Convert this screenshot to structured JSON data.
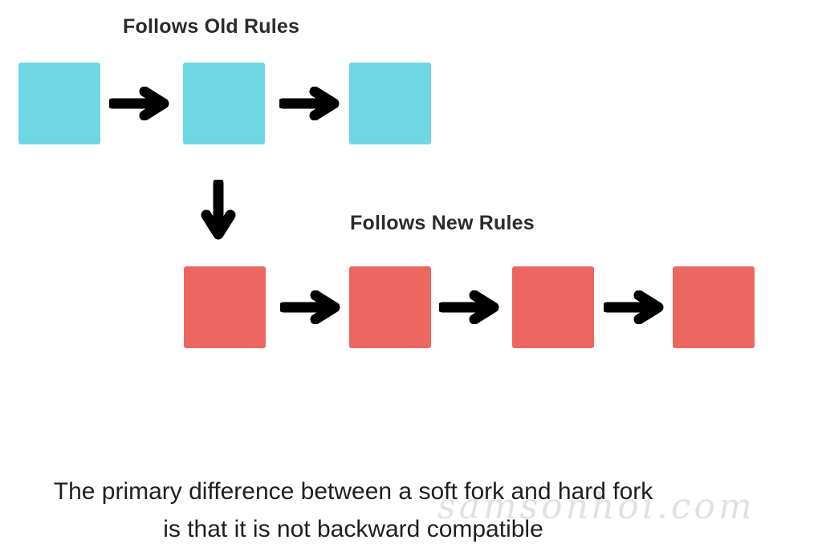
{
  "labels": {
    "old_chain": "Follows Old Rules",
    "new_chain": "Follows New Rules"
  },
  "colors": {
    "old_block": "#6fd6e3",
    "new_block": "#ec6762",
    "arrow": "#000000"
  },
  "caption": {
    "line1": "The primary difference between a soft fork and hard fork",
    "line2": "is that it is not backward compatible"
  },
  "watermark": "samsonhoi.com"
}
